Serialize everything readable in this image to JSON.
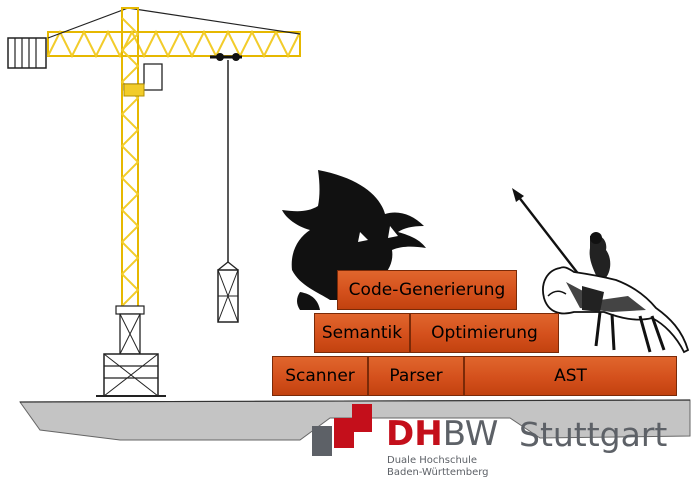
{
  "bricks": {
    "row_top": [
      "Code-Generierung"
    ],
    "row_middle": [
      "Semantik",
      "Optimierung"
    ],
    "row_bottom": [
      "Scanner",
      "Parser",
      "AST"
    ]
  },
  "logo": {
    "dh": "DH",
    "bw": "BW",
    "city": "Stuttgart",
    "subtitle_line1": "Duale Hochschule",
    "subtitle_line2": "Baden-Württemberg"
  },
  "colors": {
    "brick": "#d4501c",
    "crane": "#f2cc2a",
    "logo_red": "#c40f1b",
    "logo_gray": "#5d6167",
    "ground": "#bfbfbf"
  },
  "illustration": [
    "tower-crane",
    "dragon-silhouette",
    "knight-on-horse"
  ]
}
